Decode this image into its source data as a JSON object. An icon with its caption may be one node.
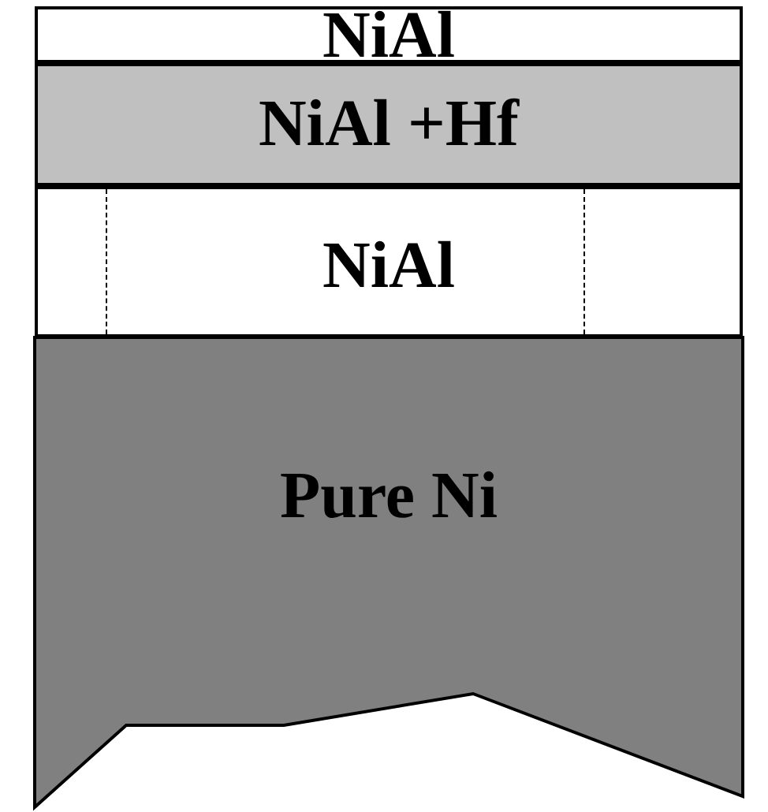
{
  "diagram": {
    "nodes": [
      {
        "text": [
          "NiAl"
        ]
      },
      {
        "text": [
          "NiAl +Hf"
        ]
      },
      {
        "text": [
          "NiAl"
        ]
      },
      {
        "text": [
          "Pure Ni"
        ]
      }
    ]
  }
}
